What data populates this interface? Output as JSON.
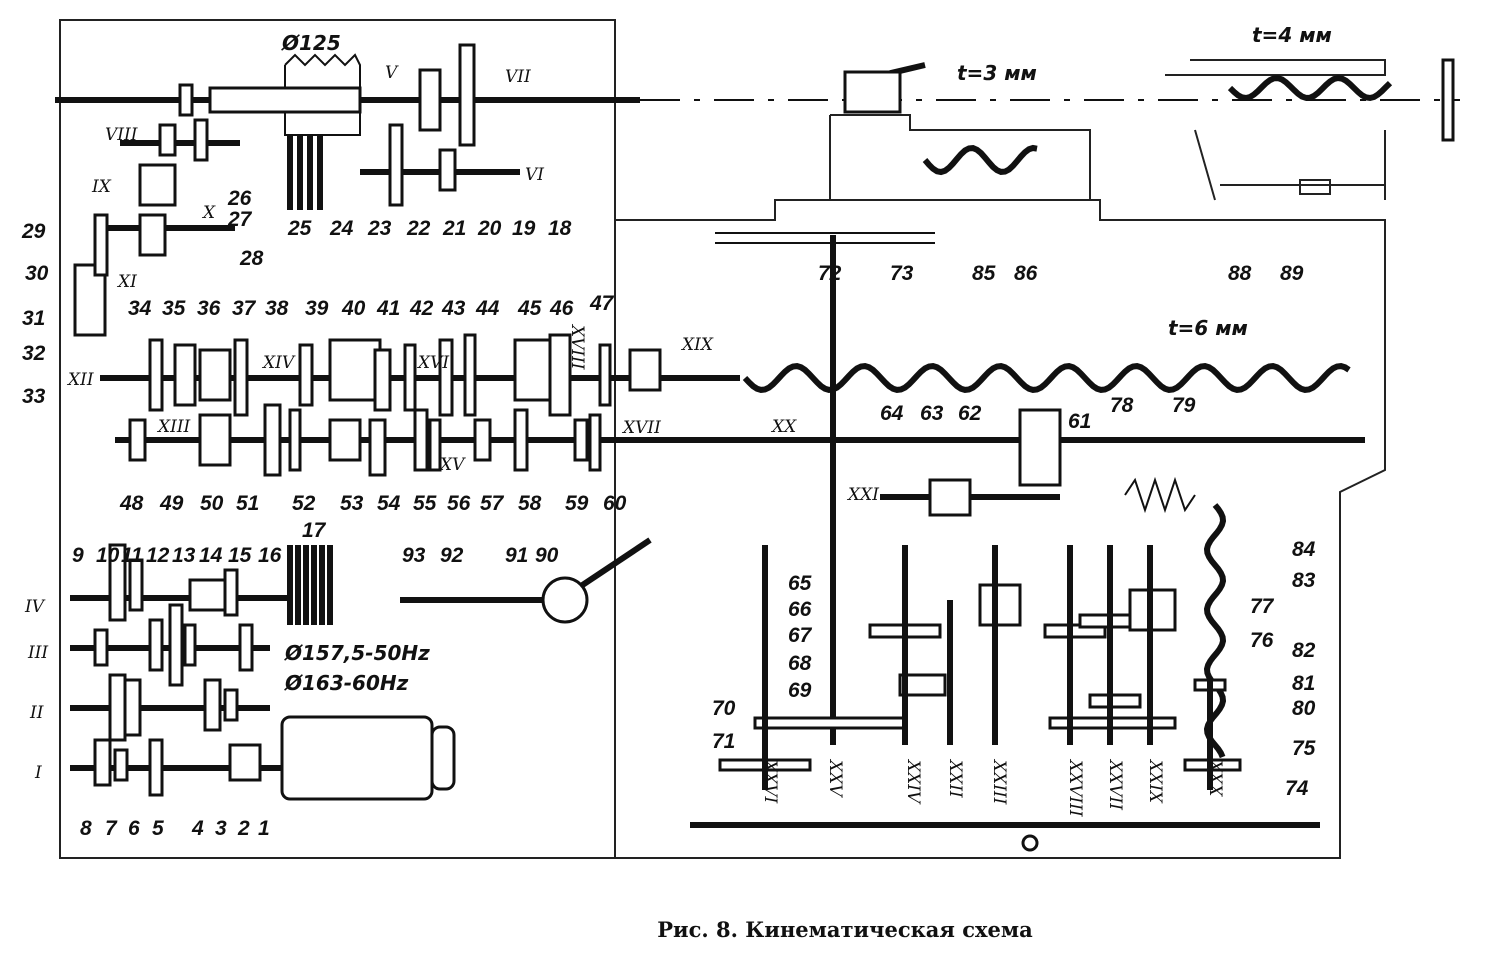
{
  "caption": "Рис. 8. Кинематическая схема",
  "dimensions": {
    "pulley_diameter": "Ø125",
    "pitch_t3": "t=3 мм",
    "pitch_t4": "t=4 мм",
    "pitch_t6": "t=6 мм",
    "motor_pulley_50hz": "Ø157,5-50Hz",
    "motor_pulley_60hz": "Ø163-60Hz"
  },
  "shafts": [
    "I",
    "II",
    "III",
    "IV",
    "V",
    "VI",
    "VII",
    "VIII",
    "IX",
    "X",
    "XI",
    "XII",
    "XIII",
    "XIV",
    "XV",
    "XVI",
    "XVII",
    "XVIII",
    "XIX",
    "XX",
    "XXI",
    "XXII",
    "XXIII",
    "XXIV",
    "XXV",
    "XXVI",
    "XXVII",
    "XXVIII",
    "XXIX",
    "XXX"
  ],
  "parts": [
    "1",
    "2",
    "3",
    "4",
    "5",
    "6",
    "7",
    "8",
    "9",
    "10",
    "11",
    "12",
    "13",
    "14",
    "15",
    "16",
    "17",
    "18",
    "19",
    "20",
    "21",
    "22",
    "23",
    "24",
    "25",
    "26",
    "27",
    "28",
    "29",
    "30",
    "31",
    "32",
    "33",
    "34",
    "35",
    "36",
    "37",
    "38",
    "39",
    "40",
    "41",
    "42",
    "43",
    "44",
    "45",
    "46",
    "47",
    "48",
    "49",
    "50",
    "51",
    "52",
    "53",
    "54",
    "55",
    "56",
    "57",
    "58",
    "59",
    "60",
    "61",
    "62",
    "63",
    "64",
    "65",
    "66",
    "67",
    "68",
    "69",
    "70",
    "71",
    "72",
    "73",
    "74",
    "75",
    "76",
    "77",
    "78",
    "79",
    "80",
    "81",
    "82",
    "83",
    "84",
    "85",
    "86",
    "88",
    "89",
    "90",
    "91",
    "92",
    "93"
  ]
}
